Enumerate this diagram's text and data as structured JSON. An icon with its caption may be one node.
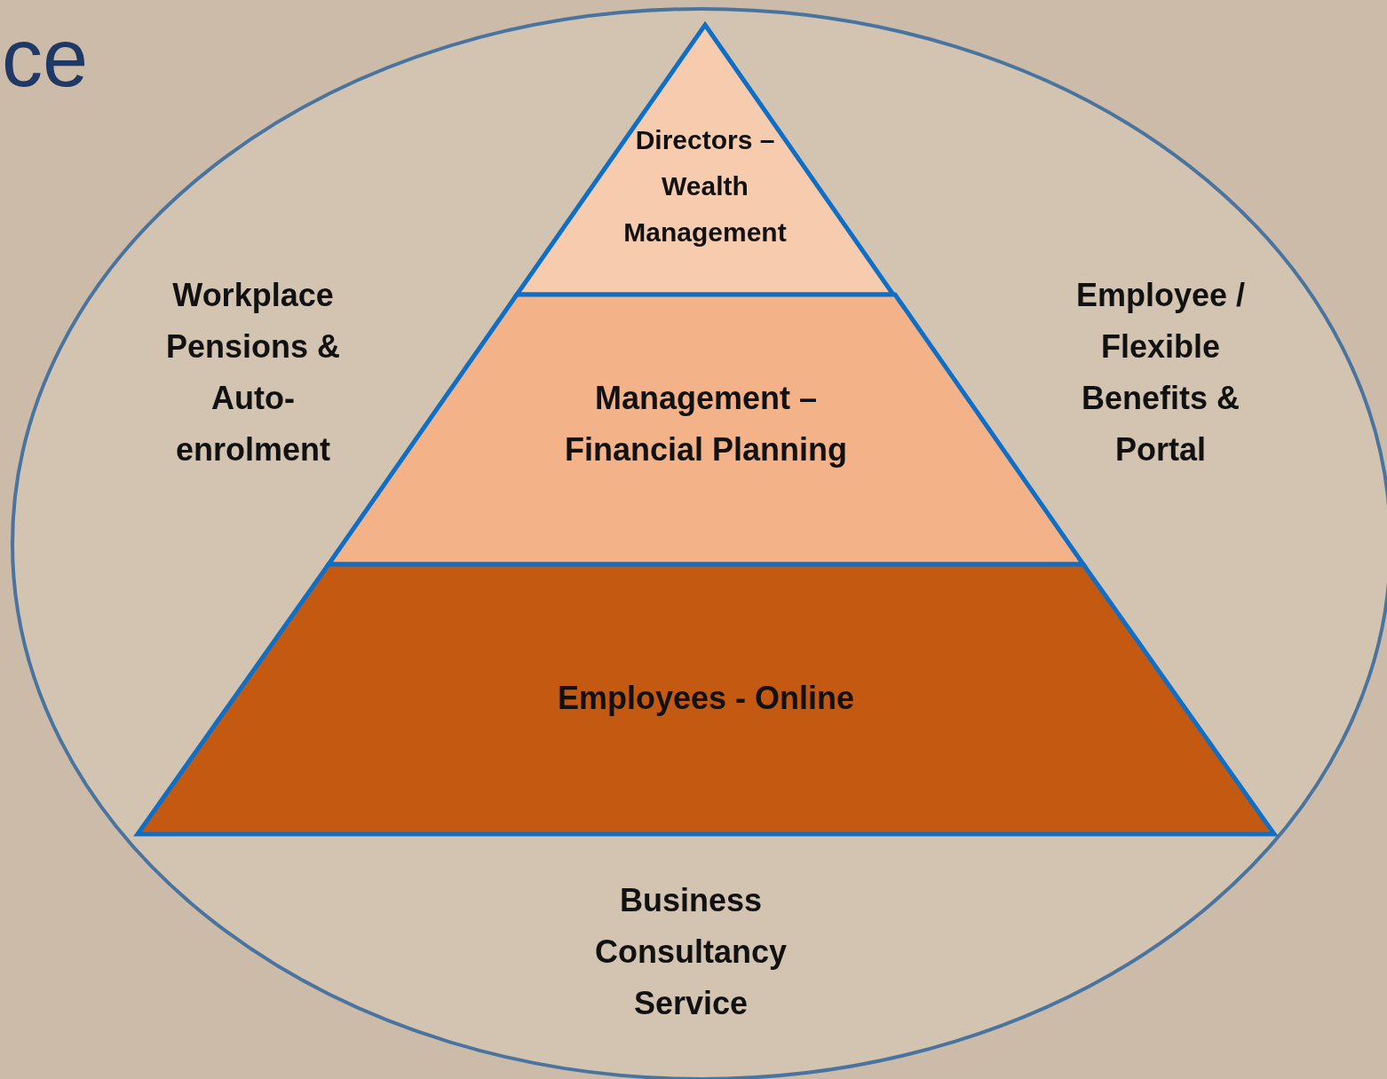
{
  "diagram": {
    "nodes": [
      {
        "text": [
          "Workplace Pensions & Auto-enrolment",
          "Employee / Flexible Benefits & Portal",
          "Business Consultancy Service"
        ]
      },
      {
        "text": [
          "Directors – Wealth Management"
        ],
        "in": 0
      },
      {
        "text": [
          "Management – Financial Planning"
        ],
        "in": 0
      },
      {
        "text": [
          "Employees - Online"
        ],
        "in": 0
      }
    ],
    "labels": [
      "ce"
    ]
  }
}
